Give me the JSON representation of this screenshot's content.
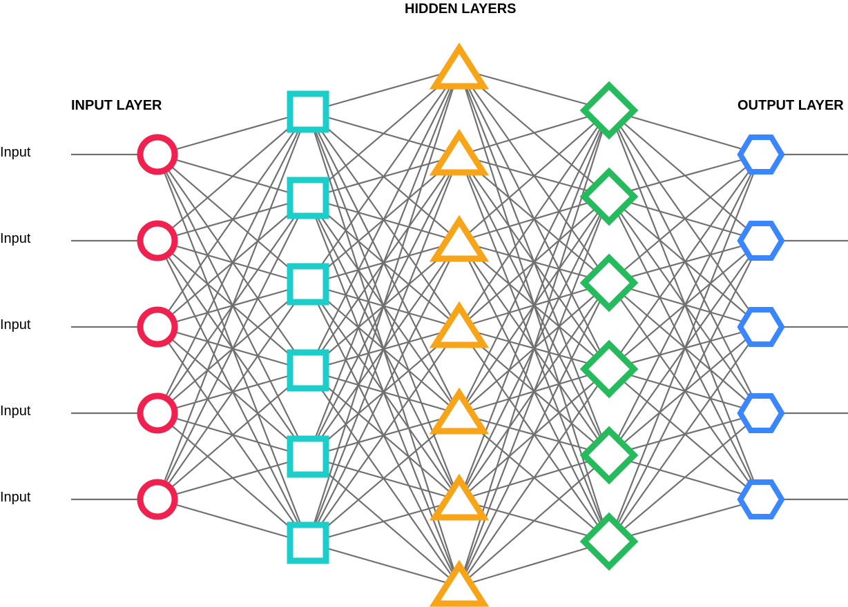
{
  "labels": {
    "input_layer": "INPUT LAYER",
    "hidden_layers": "HIDDEN LAYERS",
    "output_layer": "OUTPUT LAYER"
  },
  "inputs": [
    "Input",
    "Input",
    "Input",
    "Input",
    "Input"
  ],
  "layers": [
    {
      "name": "input",
      "count": 5,
      "shape": "circle",
      "color": "#f0214f"
    },
    {
      "name": "hidden-1",
      "count": 6,
      "shape": "square",
      "color": "#1ccdc9"
    },
    {
      "name": "hidden-2",
      "count": 7,
      "shape": "triangle",
      "color": "#f8a419"
    },
    {
      "name": "hidden-3",
      "count": 6,
      "shape": "diamond",
      "color": "#25bb5c"
    },
    {
      "name": "output",
      "count": 5,
      "shape": "hexagon",
      "color": "#3a86ff"
    }
  ],
  "connection_color": "#707070"
}
